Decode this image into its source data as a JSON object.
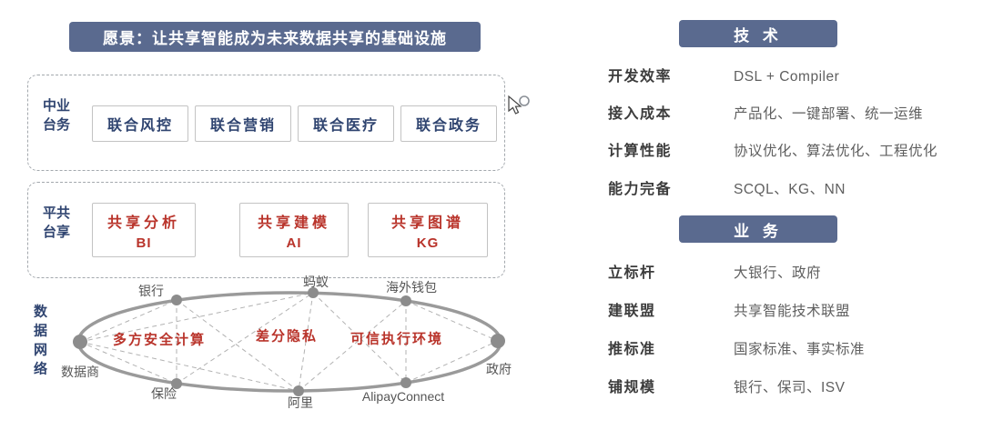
{
  "vision": {
    "text": "愿景：让共享智能成为未来数据共享的基础设施"
  },
  "layers": {
    "business": {
      "label": "业务中台",
      "items": [
        "联合风控",
        "联合营销",
        "联合医疗",
        "联合政务"
      ]
    },
    "platform": {
      "label": "共享平台",
      "items": [
        {
          "title": "共享分析",
          "sub": "BI"
        },
        {
          "title": "共享建模",
          "sub": "AI"
        },
        {
          "title": "共享图谱",
          "sub": "KG"
        }
      ]
    },
    "network": {
      "label": "数据网络",
      "nodes": [
        "银行",
        "蚂蚁",
        "海外钱包",
        "数据商",
        "政府",
        "保险",
        "阿里",
        "AlipayConnect"
      ],
      "techniques": [
        "多方安全计算",
        "差分隐私",
        "可信执行环境"
      ]
    }
  },
  "tech_panel": {
    "title": "技 术",
    "rows": [
      {
        "label": "开发效率",
        "value": "DSL + Compiler"
      },
      {
        "label": "接入成本",
        "value": "产品化、一键部署、统一运维"
      },
      {
        "label": "计算性能",
        "value": "协议优化、算法优化、工程优化"
      },
      {
        "label": "能力完备",
        "value": "SCQL、KG、NN"
      }
    ]
  },
  "business_panel": {
    "title": "业 务",
    "rows": [
      {
        "label": "立标杆",
        "value": "大银行、政府"
      },
      {
        "label": "建联盟",
        "value": "共享智能技术联盟"
      },
      {
        "label": "推标准",
        "value": "国家标准、事实标准"
      },
      {
        "label": "铺规模",
        "value": "银行、保司、ISV"
      }
    ]
  },
  "colors": {
    "banner": "#5a6a8f",
    "dark_blue": "#2f4470",
    "red": "#b9342b"
  }
}
